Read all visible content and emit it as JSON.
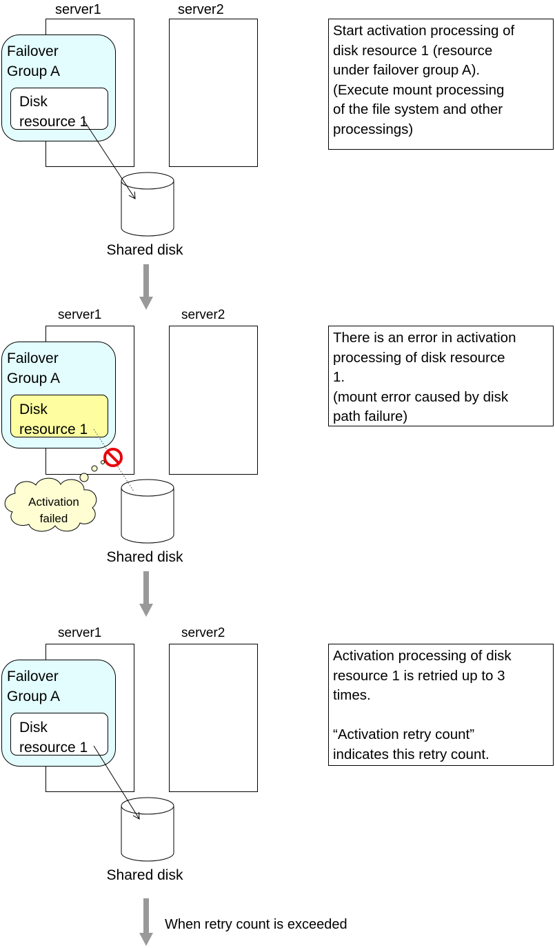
{
  "panels": [
    {
      "server1_label": "server1",
      "server2_label": "server2",
      "group_label_line1": "Failover",
      "group_label_line2": "Group A",
      "disk_label_line1": "Disk",
      "disk_label_line2": "resource 1",
      "shared_disk_label": "Shared disk",
      "note_lines": [
        "Start activation processing of",
        "disk resource 1 (resource",
        "under failover group A).",
        "(Execute mount processing",
        "of the file system and other",
        "processings)"
      ]
    },
    {
      "server1_label": "server1",
      "server2_label": "server2",
      "group_label_line1": "Failover",
      "group_label_line2": "Group A",
      "disk_label_line1": "Disk",
      "disk_label_line2": "resource 1",
      "shared_disk_label": "Shared disk",
      "cloud_line1": "Activation",
      "cloud_line2": "failed",
      "note_lines": [
        "There is an error in activation",
        "processing of disk resource",
        "1.",
        "(mount error caused by disk",
        "path failure)"
      ]
    },
    {
      "server1_label": "server1",
      "server2_label": "server2",
      "group_label_line1": "Failover",
      "group_label_line2": "Group A",
      "disk_label_line1": "Disk",
      "disk_label_line2": "resource 1",
      "shared_disk_label": "Shared disk",
      "note_lines": [
        "Activation processing of disk",
        "resource 1 is retried up to 3",
        "times.",
        "",
        "“Activation retry count”",
        "indicates this retry count."
      ]
    }
  ],
  "final_caption": "When retry count is exceeded",
  "colors": {
    "group_fill": "#e3fdfe",
    "disk_error_fill": "#fefea0",
    "cloud_fill": "#fefed2",
    "arrow_gray": "#999999",
    "prohibit_red": "#e8000b"
  }
}
